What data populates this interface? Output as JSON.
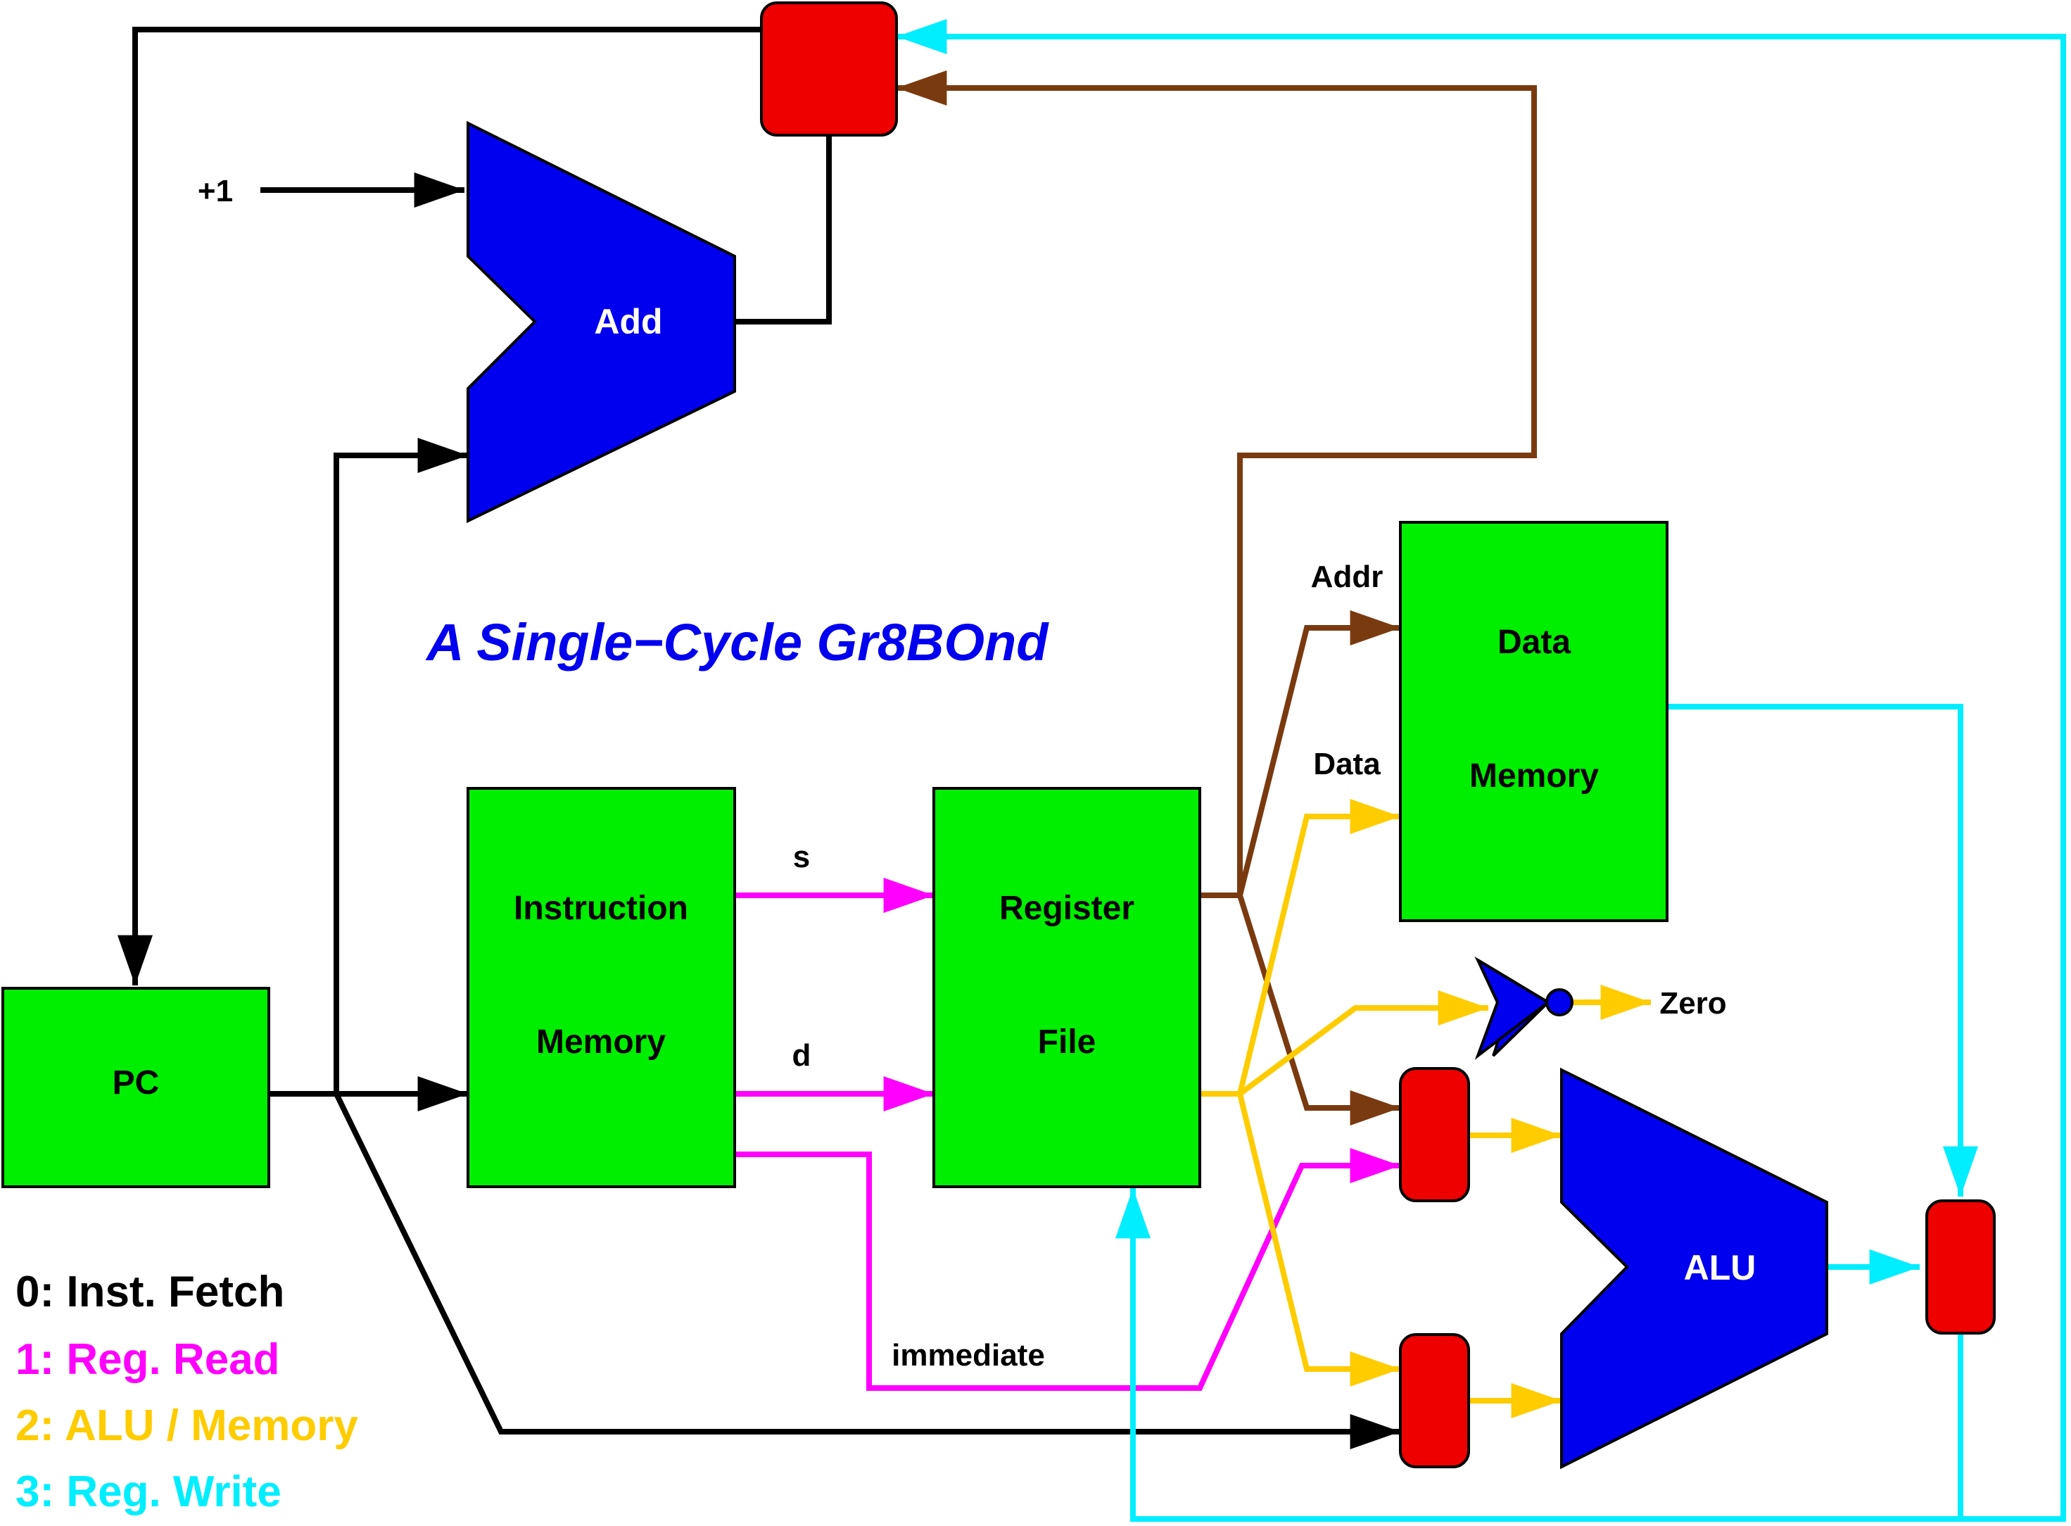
{
  "title": "A Single−Cycle Gr8BOnd",
  "components": {
    "pc": "PC",
    "instruction_memory": [
      "Instruction",
      "Memory"
    ],
    "register_file": [
      "Register",
      "File"
    ],
    "data_memory": [
      "Data",
      "Memory"
    ],
    "adder": "Add",
    "alu": "ALU"
  },
  "wire_labels": {
    "plus_one": "+1",
    "s": "s",
    "d": "d",
    "immediate": "immediate",
    "addr": "Addr",
    "data": "Data",
    "zero": "Zero"
  },
  "legend": [
    {
      "text": "0: Inst. Fetch",
      "color": "#000000"
    },
    {
      "text": "1: Reg. Read",
      "color": "#ff00ff"
    },
    {
      "text": "2: ALU / Memory",
      "color": "#ffcc00"
    },
    {
      "text": "3: Reg. Write",
      "color": "#00eeff"
    }
  ],
  "colors": {
    "stage0": "#000000",
    "stage1": "#ff00ff",
    "stage2": "#ffcc00",
    "stage3": "#00eeff",
    "branch": "#7a3a10",
    "component_fill": "#00ee00",
    "unit_fill": "#0000ee",
    "mux_fill": "#ee0000"
  }
}
